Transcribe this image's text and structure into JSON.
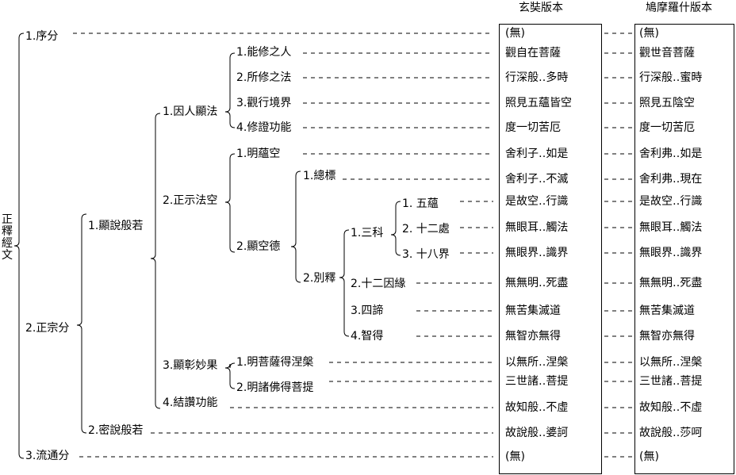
{
  "root_label": "正釋經文",
  "headers": {
    "col1": "玄奘版本",
    "col2": "鳩摩羅什版本"
  },
  "tree": {
    "preface": "1.序分",
    "main": "2.正宗分",
    "circulation": "3.流通分",
    "exoteric": "1.顯說般若",
    "esoteric": "2.密說般若",
    "cause": "1.因人顯法",
    "cause_children": [
      "1.能修之人",
      "2.所修之法",
      "3.觀行境界",
      "4.修證功能"
    ],
    "emptiness": "2.正示法空",
    "aggregates_empty": "1.明蘊空",
    "virtue_empty": "2.顯空德",
    "general": "1.總標",
    "specific": "2.別釋",
    "three_sections": "1.三科",
    "three_children": [
      "1. 五蘊",
      "2. 十二處",
      "3. 十八界"
    ],
    "specific_rest": [
      "2.十二因緣",
      "3.四諦",
      "4.智得"
    ],
    "wonder": "3.顯彰妙果",
    "wonder_children": [
      "1.明菩薩得涅槃",
      "2.明諸佛得菩提"
    ],
    "conclusion": "4.結讚功能"
  },
  "xuanzang": [
    "(無)",
    "觀自在菩薩",
    "行深般‥多時",
    "照見五蘊皆空",
    "度一切苦厄",
    "舍利子‥如是",
    "舍利子‥不滅",
    "是故空‥行識",
    "無眼耳‥觸法",
    "無眼界‥識界",
    "無無明‥死盡",
    "無苦集滅道",
    "無智亦無得",
    "以無所‥涅槃",
    "三世諸‥菩提",
    "故知般‥不虛",
    "故說般‥婆訶",
    "(無)"
  ],
  "kumarajiva": [
    "(無)",
    "觀世音菩薩",
    "行深般‥蜜時",
    "照見五陰空",
    "度一切苦厄",
    "舍利弗‥如是",
    "舍利弗‥現在",
    "是故空‥行識",
    "無眼耳‥觸法",
    "無眼界‥識界",
    "無無明‥死盡",
    "無苦集滅道",
    "無智亦無得",
    "以無所‥涅槃",
    "三世諸‥菩提",
    "故知般‥不虛",
    "故說般‥莎呵",
    "(無)"
  ]
}
